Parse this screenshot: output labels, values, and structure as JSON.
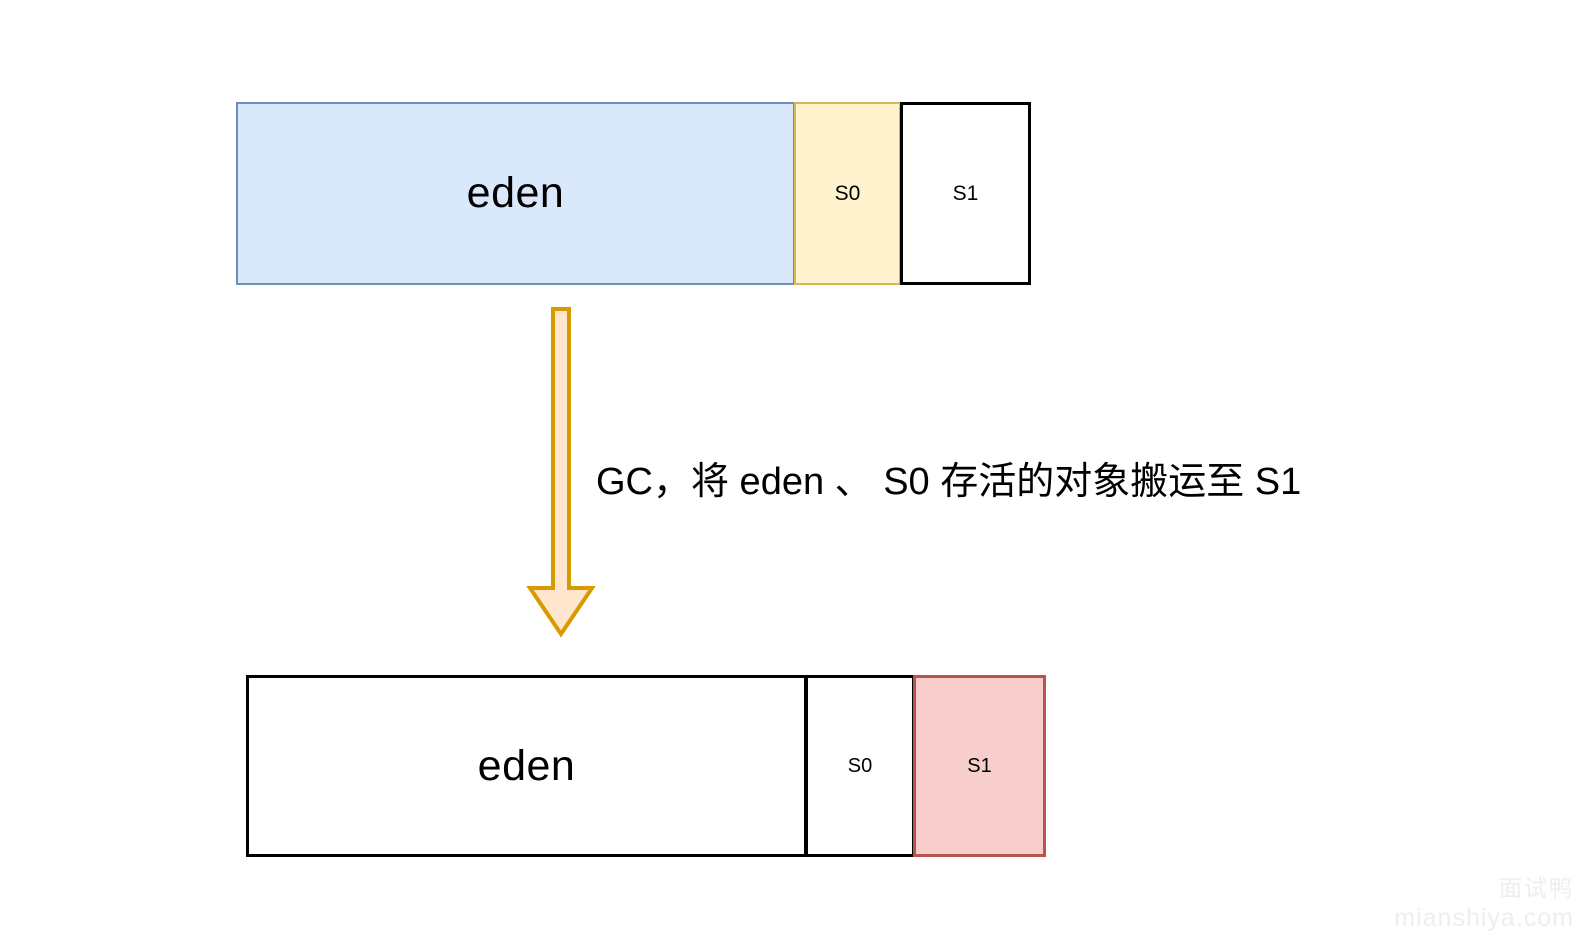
{
  "diagram": {
    "title": "JVM Young Generation GC — eden / S0 / S1 copy collection",
    "colors": {
      "eden_fill_before": "#dae8fc",
      "eden_stroke_before": "#6c8ebf",
      "s0_fill_before": "#fff2cc",
      "s0_stroke_before": "#d6b656",
      "s1_fill_before": "#ffffff",
      "s1_stroke_before": "#000000",
      "eden_fill_after": "#ffffff",
      "eden_stroke_after": "#000000",
      "s0_fill_after": "#ffffff",
      "s0_stroke_after": "#000000",
      "s1_fill_after": "#f8cecc",
      "s1_stroke_after": "#b85450",
      "arrow_fill": "#ffe6cc",
      "arrow_stroke": "#d79b00",
      "watermark": "#eeeeee"
    },
    "before": {
      "label": "before-gc-heap-row",
      "regions": [
        {
          "name": "eden",
          "label": "eden"
        },
        {
          "name": "s0",
          "label": "S0"
        },
        {
          "name": "s1",
          "label": "S1"
        }
      ]
    },
    "after": {
      "label": "after-gc-heap-row",
      "regions": [
        {
          "name": "eden",
          "label": "eden"
        },
        {
          "name": "s0",
          "label": "S0"
        },
        {
          "name": "s1",
          "label": "S1"
        }
      ]
    },
    "transition": {
      "arrow_icon": "down-block-arrow-icon",
      "caption": "GC，将 eden 、 S0 存活的对象搬运至 S1"
    }
  },
  "watermark": {
    "cn": "面试鸭",
    "en": "mianshiya.com"
  }
}
